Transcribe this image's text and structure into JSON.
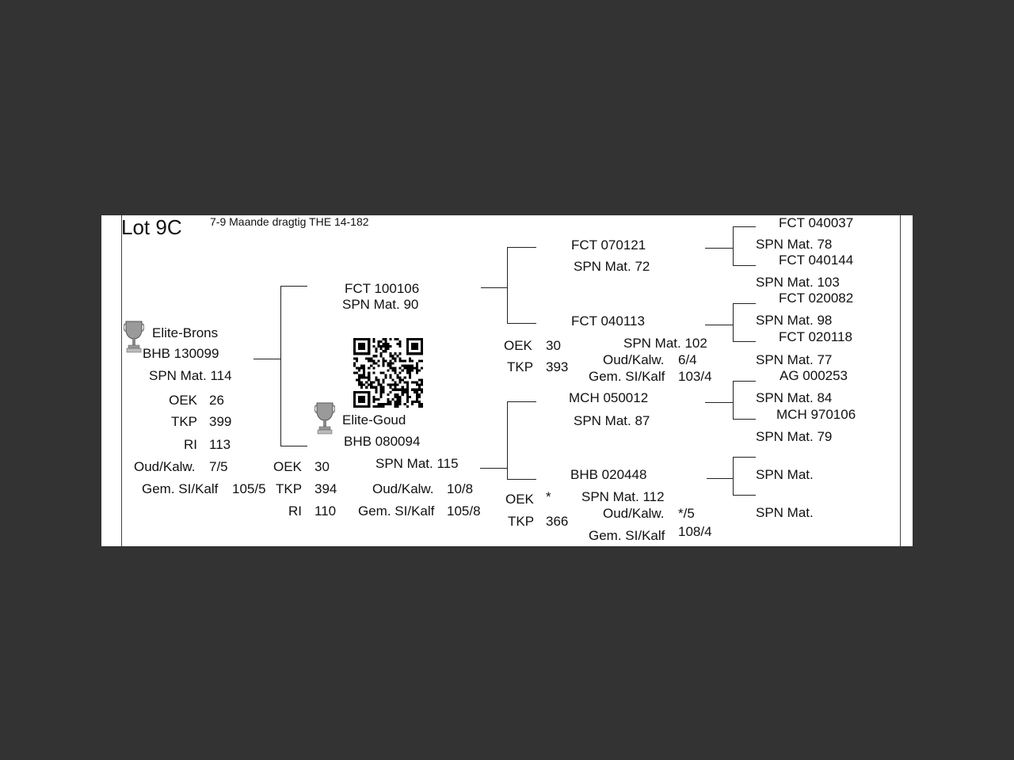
{
  "lot": {
    "title": "Lot 9C",
    "subtitle": "7-9 Maande dragtig THE 14-182"
  },
  "animal": {
    "award": "Elite-Brons",
    "award_icon": "trophy-icon",
    "id": "BHB 130099",
    "spn": "SPN Mat. 114",
    "stats": [
      {
        "label": "OEK",
        "value": "26"
      },
      {
        "label": "TKP",
        "value": "399"
      },
      {
        "label": "RI",
        "value": "113"
      },
      {
        "label": "Oud/Kalw.",
        "value": "7/5"
      },
      {
        "label": "Gem. SI/Kalf",
        "value": "105/5"
      }
    ]
  },
  "sire": {
    "id": "FCT 100106",
    "spn": "SPN Mat. 90"
  },
  "dam": {
    "award": "Elite-Goud",
    "award_icon": "trophy-icon",
    "id": "BHB 080094",
    "spn": "SPN Mat. 115",
    "stats": [
      {
        "label": "OEK",
        "value": "30"
      },
      {
        "label": "TKP",
        "value": "394"
      },
      {
        "label": "RI",
        "value": "110"
      },
      {
        "label": "Oud/Kalw.",
        "value": "10/8"
      },
      {
        "label": "Gem. SI/Kalf",
        "value": "105/8"
      }
    ]
  },
  "grandparents": {
    "ss": {
      "id": "FCT 070121",
      "spn": "SPN Mat. 72"
    },
    "sd": {
      "id": "FCT 040113",
      "spn": "SPN Mat. 102",
      "oek_label": "OEK",
      "oek": "30",
      "tkp_label": "TKP",
      "tkp": "393",
      "oud_label": "Oud/Kalw.",
      "oud": "6/4",
      "gem_label": "Gem. SI/Kalf",
      "gem": "103/4"
    },
    "ds": {
      "id": "MCH 050012",
      "spn": "SPN Mat. 87"
    },
    "dd": {
      "id": "BHB 020448",
      "spn": "SPN Mat. 112",
      "oek_label": "OEK",
      "oek": "*",
      "tkp_label": "TKP",
      "tkp": "366",
      "oud_label": "Oud/Kalw.",
      "oud": "*/5",
      "gem_label": "Gem. SI/Kalf",
      "gem": "108/4"
    }
  },
  "great_grandparents": {
    "sss": {
      "id": "FCT 040037",
      "spn": "SPN Mat. 78"
    },
    "ssd": {
      "id": "FCT 040144",
      "spn": "SPN Mat. 103"
    },
    "sds": {
      "id": "FCT 020082",
      "spn": "SPN Mat. 98"
    },
    "sdd": {
      "id": "FCT 020118",
      "spn": "SPN Mat. 77"
    },
    "dss": {
      "id": "AG  000253",
      "spn": "SPN Mat. 84"
    },
    "dsd": {
      "id": "MCH 970106",
      "spn": "SPN Mat. 79"
    },
    "dds": {
      "spn": "SPN Mat."
    },
    "ddd": {
      "spn": "SPN Mat."
    }
  }
}
